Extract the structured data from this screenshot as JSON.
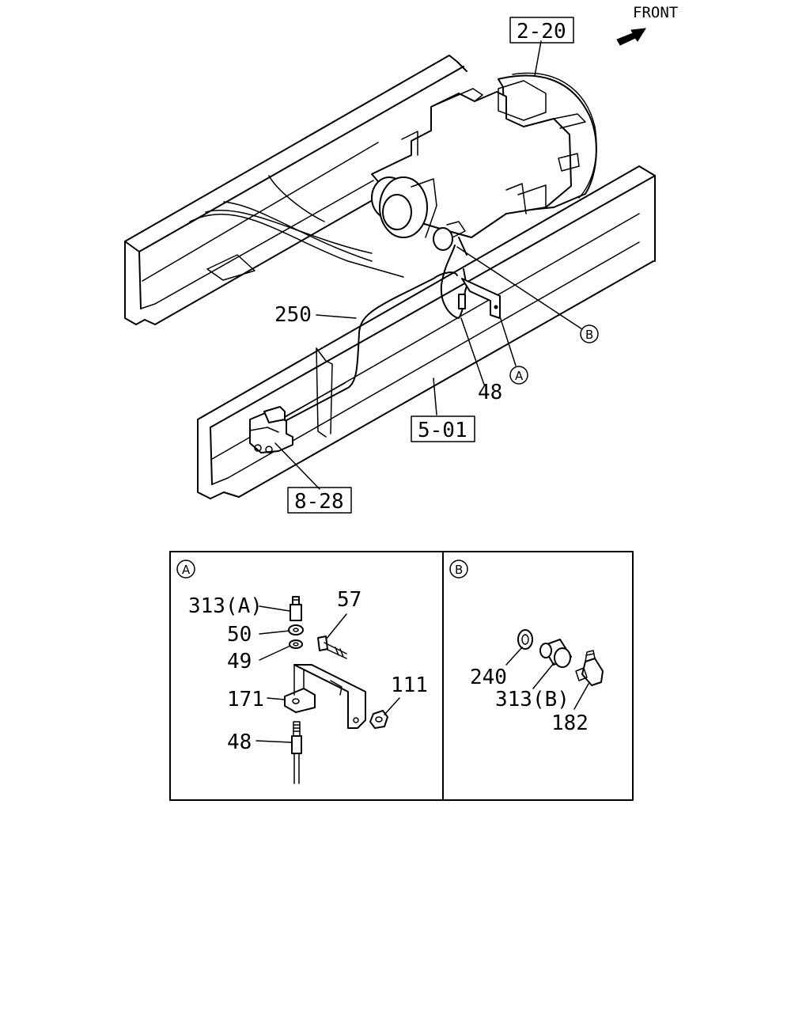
{
  "header": {
    "direction_label": "FRONT"
  },
  "refs": {
    "transmission": "2-20",
    "frame": "5-01",
    "valve": "8-28"
  },
  "callouts": {
    "tube": "250",
    "hose": "48",
    "detail_a": "A",
    "detail_b": "B"
  },
  "detail_a": {
    "marker": "A",
    "parts": {
      "p313a": "313(A)",
      "p50": "50",
      "p49": "49",
      "p171": "171",
      "p48": "48",
      "p57": "57",
      "p111": "111"
    }
  },
  "detail_b": {
    "marker": "B",
    "parts": {
      "p240": "240",
      "p313b": "313(B)",
      "p182": "182"
    }
  }
}
